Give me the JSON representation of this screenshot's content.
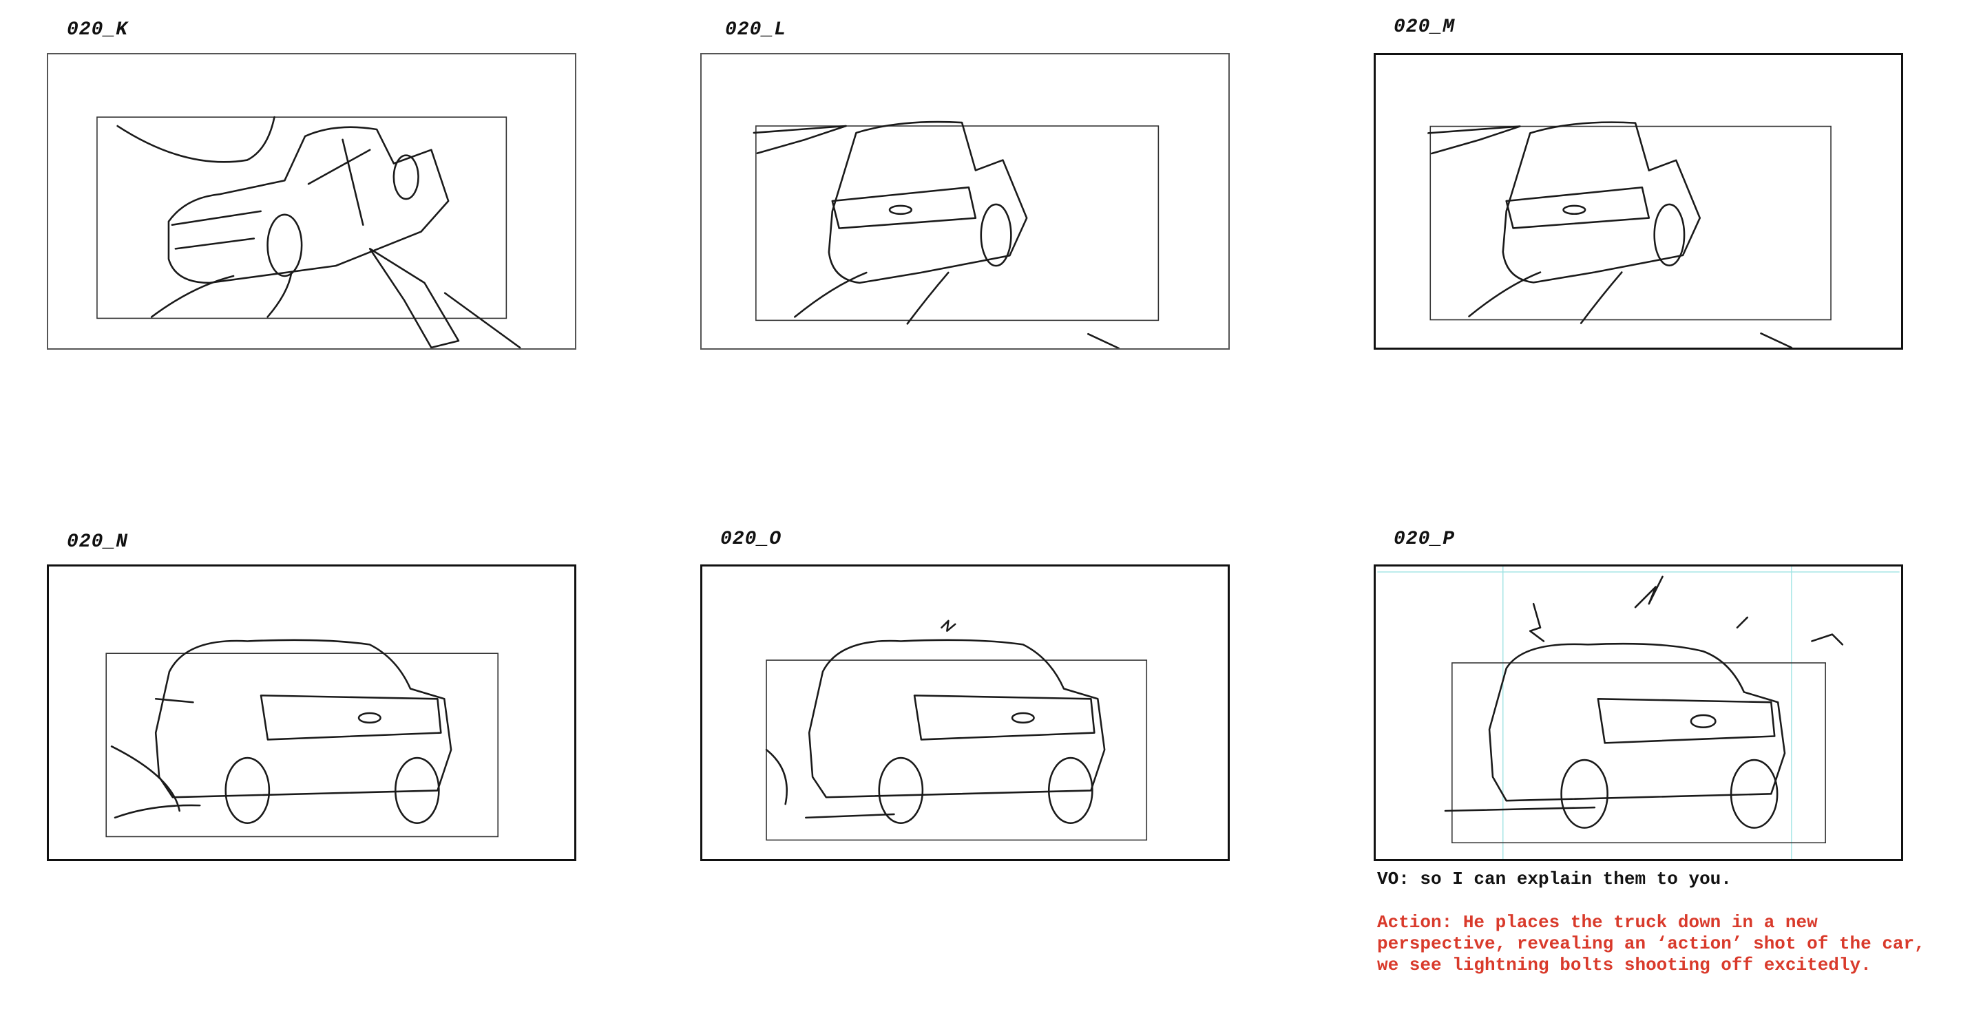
{
  "panels": [
    {
      "id": "020_K"
    },
    {
      "id": "020_L"
    },
    {
      "id": "020_M"
    },
    {
      "id": "020_N"
    },
    {
      "id": "020_O"
    },
    {
      "id": "020_P"
    }
  ],
  "notes": {
    "vo": "VO: so I can explain them to you.",
    "action": "Action: He places the truck down in a new perspective, revealing an ‘action’ shot of the car, we see lightning bolts shooting off excitedly."
  },
  "colors": {
    "action_text": "#d93a2b",
    "guide_lines": "#9fe3e3"
  }
}
